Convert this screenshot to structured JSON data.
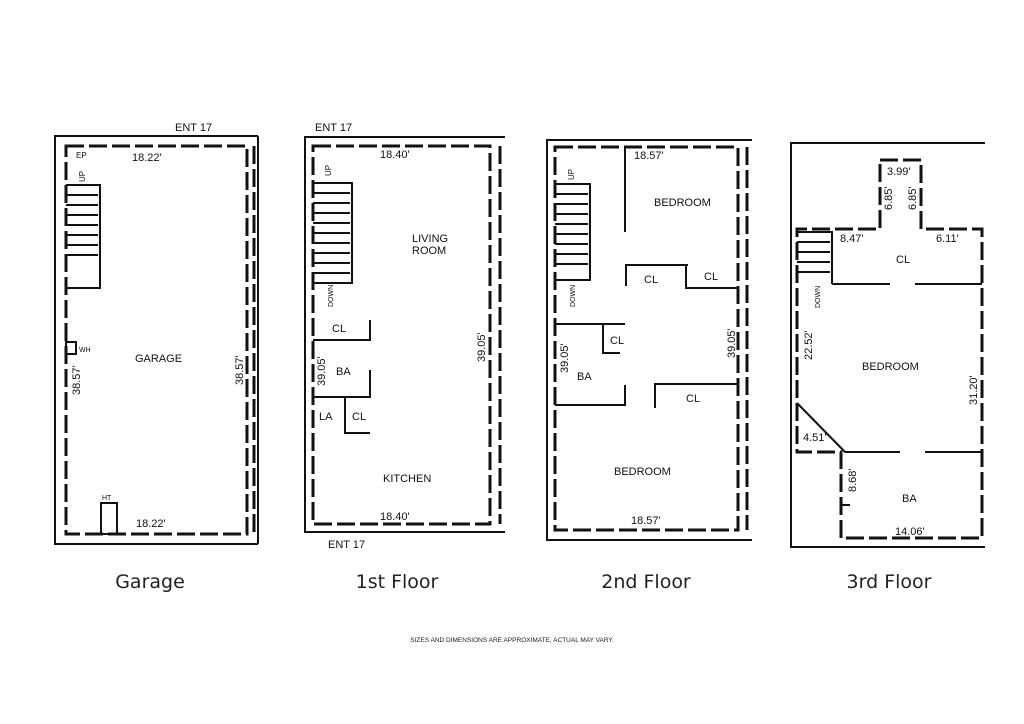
{
  "floors": [
    {
      "caption": "Garage",
      "labels": {
        "ent": "ENT 17",
        "top_width": "18.22'",
        "bottom_width": "18.22'",
        "left_len": "38.57'",
        "right_len": "38.57'",
        "room": "GARAGE",
        "ep": "EP",
        "up": "UP",
        "wh": "WH",
        "ht": "HT"
      }
    },
    {
      "caption": "1st Floor",
      "labels": {
        "ent_top": "ENT 17",
        "ent_bottom": "ENT 17",
        "top_width": "18.40'",
        "bottom_width": "18.40'",
        "left_len": "39.05'",
        "right_len": "39.05'",
        "living1": "LIVING",
        "living2": "ROOM",
        "kitchen": "KITCHEN",
        "cl1": "CL",
        "cl2": "CL",
        "ba": "BA",
        "la": "LA",
        "up": "UP",
        "down": "DOWN"
      }
    },
    {
      "caption": "2nd Floor",
      "labels": {
        "top_width": "18.57'",
        "bottom_width": "18.57'",
        "left_len": "39.05'",
        "right_len": "39.05'",
        "bedroom1": "BEDROOM",
        "bedroom2": "BEDROOM",
        "cl1": "CL",
        "cl2": "CL",
        "cl3": "CL",
        "cl4": "CL",
        "ba": "BA",
        "up": "UP",
        "down": "DOWN"
      }
    },
    {
      "caption": "3rd Floor",
      "labels": {
        "top": "3.99'",
        "left_685": "6.85'",
        "right_685": "6.85'",
        "d847": "8.47'",
        "d611": "6.11'",
        "cl": "CL",
        "down": "DOWN",
        "d2252": "22.52'",
        "bedroom": "BEDROOM",
        "d3120": "31.20'",
        "d451": "4.51'",
        "d868": "8.68'",
        "ba": "BA",
        "d1406": "14.06'"
      }
    }
  ],
  "disclaimer": "SIZES AND DIMENSIONS ARE APPROXIMATE, ACTUAL MAY VARY."
}
